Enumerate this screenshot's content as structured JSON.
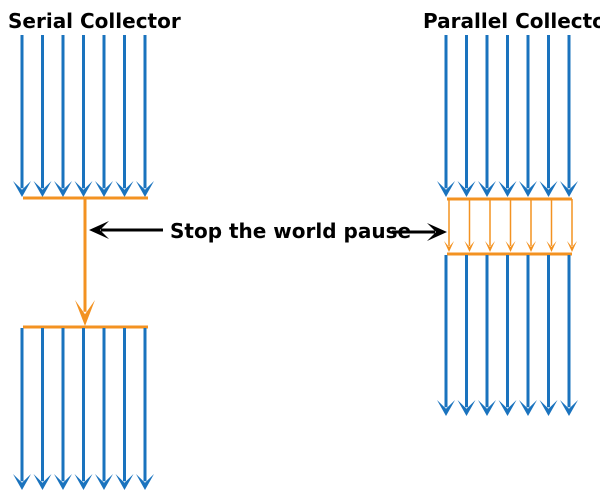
{
  "titles": {
    "serial": "Serial Collector",
    "parallel": "Parallel Collector"
  },
  "annotation": {
    "pause_label": "Stop the world pause"
  },
  "colors": {
    "thread": "#1a73be",
    "gc": "#f39221",
    "pointer": "#000000",
    "text": "#000000",
    "background": "#ffffff"
  },
  "diagram": {
    "serial": {
      "application_threads_before": 7,
      "gc_threads": 1,
      "application_threads_after": 7
    },
    "parallel": {
      "application_threads_before": 7,
      "gc_threads": 7,
      "application_threads_after": 7
    }
  }
}
